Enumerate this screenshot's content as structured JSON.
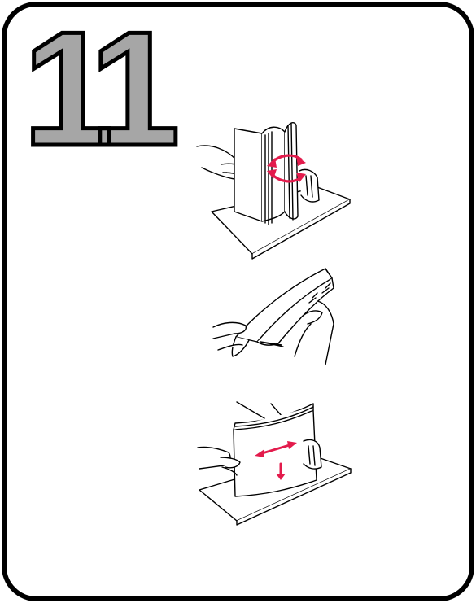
{
  "step": {
    "number": "11"
  },
  "colors": {
    "step_number_fill": "#a6a6a6",
    "outline": "#000000",
    "arrow_accent": "#e31b4c",
    "paper": "#ffffff"
  },
  "illustrations": [
    {
      "id": "fan-paper",
      "icon": "fanning-paper-stack-icon"
    },
    {
      "id": "flex-paper",
      "icon": "flexing-paper-stack-icon"
    },
    {
      "id": "straighten-paper",
      "icon": "straightening-paper-stack-icon"
    }
  ]
}
